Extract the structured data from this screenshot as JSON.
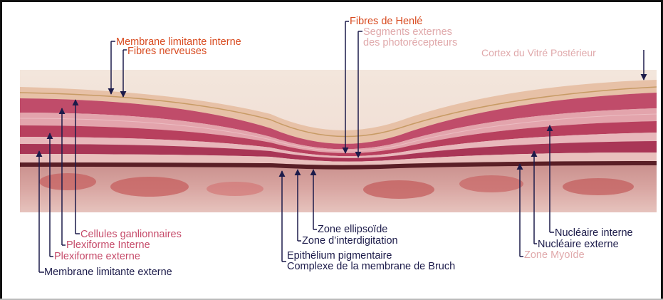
{
  "labels": {
    "membrane_limitante_interne": "Membrane limitante interne",
    "fibres_nerveuses": "Fibres nerveuses",
    "fibres_de_henle": "Fibres de Henlé",
    "segments_externes_1": "Segments externes",
    "segments_externes_2": "des photorécepteurs",
    "cortex_vitre": "Cortex du Vitré Postérieur",
    "cellules_ganglionnaires": "Cellules ganlionnaires",
    "plexiforme_interne": "Plexiforme Interne",
    "plexiforme_externe": "Plexiforme externe",
    "membrane_limitante_externe": "Membrane limitante externe",
    "zone_ellipsoide": "Zone ellipsoïde",
    "zone_interdigitation": "Zone d’interdigitation",
    "epithelium_pigmentaire": "Epithélium pigmentaire",
    "complexe_bruch": "Complexe de la membrane de Bruch",
    "nucleaire_interne": "Nucléaire interne",
    "nucleaire_externe": "Nucléaire externe",
    "zone_myoide": "Zone Myoïde"
  },
  "colors": {
    "orange": "#d84a1f",
    "pink": "#c64b6a",
    "dark_navy": "#1c1b4a",
    "light_pink": "#e0a9ab",
    "arrow": "#1c1b4a"
  }
}
